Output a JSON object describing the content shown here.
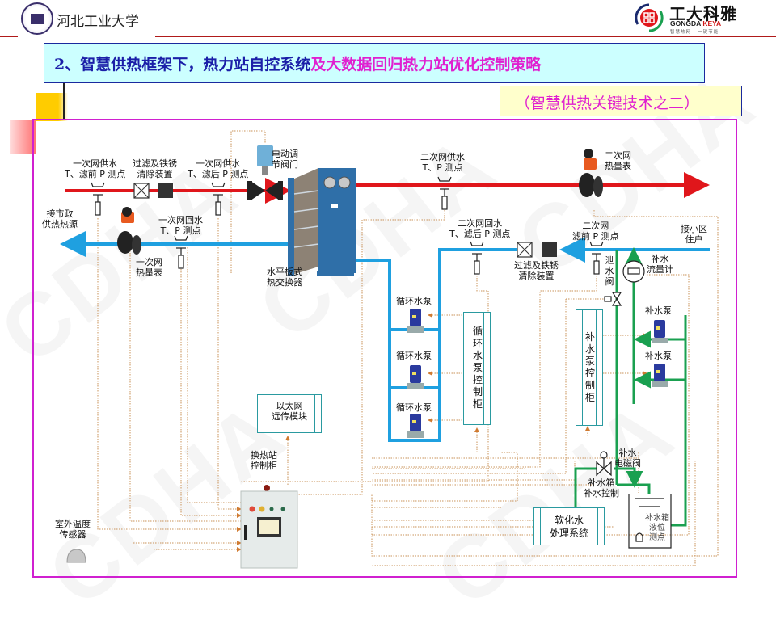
{
  "header": {
    "university_name": "河北工业大学",
    "brand_name_cn": "工大科雅",
    "brand_name_en_1": "GONGDA",
    "brand_name_en_2": "KEYA",
    "brand_slogan": "智慧热网 · 一键节能"
  },
  "title": {
    "part1": "2、智慧供热框架下，热力站自控系统",
    "part2": "及大数据回归热力站优化控制策略"
  },
  "subtitle": "（智慧供热关键技术之二）",
  "watermark": "CDHA",
  "colors": {
    "supply_pipe": "#e0161b",
    "return_pipe": "#1fa0e0",
    "makeup_pipe": "#1aa050",
    "signal_line": "#c9935a",
    "title_blue": "#1b1fa8",
    "title_pink": "#e020d0",
    "frame": "#d020d0"
  },
  "diagram": {
    "labels": {
      "primary_supply_tp_before": [
        "一次网供水",
        "T、滤前 P 测点"
      ],
      "filter_primary": [
        "过滤及铁锈",
        "清除装置"
      ],
      "primary_supply_tp_after": [
        "一次网供水",
        "T、滤后 P 测点"
      ],
      "electric_valve": [
        "电动调",
        "节阀门"
      ],
      "city_heat_source": [
        "接市政",
        "供热热源"
      ],
      "primary_return_tp": [
        "一次网回水",
        "T、P 测点"
      ],
      "primary_heat_meter": [
        "一次网",
        "热量表"
      ],
      "plate_exchanger": [
        "水平板式",
        "热交换器"
      ],
      "secondary_supply_tp": [
        "二次网供水",
        "T、P 测点"
      ],
      "secondary_heat_meter": [
        "二次网",
        "热量表"
      ],
      "secondary_return_tp": [
        "二次网回水",
        "T、滤后 P 测点"
      ],
      "secondary_p_before": [
        "二次网",
        "滤前 P 测点"
      ],
      "community_users": [
        "接小区",
        "住户"
      ],
      "filter_secondary": [
        "过滤及铁锈",
        "清除装置"
      ],
      "drain_valve": "泄水阀",
      "makeup_flowmeter": [
        "补水",
        "流量计"
      ],
      "circ_pump_1": "循环水泵",
      "circ_pump_2": "循环水泵",
      "circ_pump_3": "循环水泵",
      "circ_pump_cabinet": "循环水泵控制柜",
      "makeup_pump_1": "补水泵",
      "makeup_pump_2": "补水泵",
      "makeup_pump_cabinet": "补水泵控制柜",
      "ethernet_module": [
        "以太网",
        "远传模块"
      ],
      "station_cabinet": [
        "换热站",
        "控制柜"
      ],
      "outdoor_sensor": [
        "室外温度",
        "传感器"
      ],
      "makeup_solenoid": [
        "补水",
        "电磁阀"
      ],
      "tank_control": [
        "补水箱",
        "补水控制"
      ],
      "softening_system": [
        "软化水",
        "处理系统"
      ],
      "tank_level": [
        "补水箱",
        "液位",
        "测点"
      ]
    }
  }
}
